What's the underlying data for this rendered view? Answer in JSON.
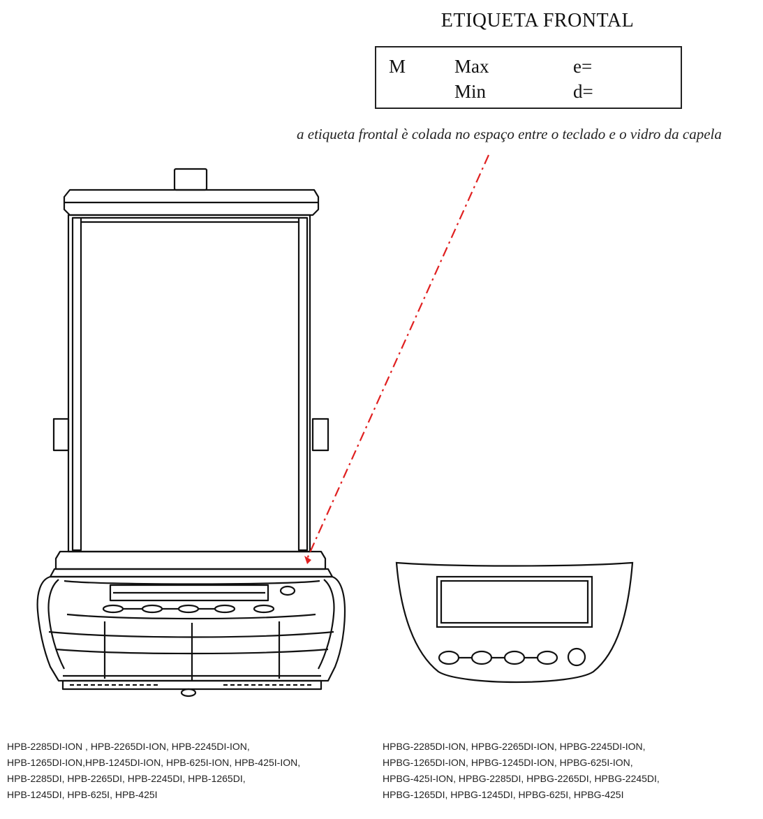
{
  "title": "ETIQUETA FRONTAL",
  "label": {
    "m": "M",
    "max": "Max",
    "min": "Min",
    "e": "e=",
    "d": "d="
  },
  "note": "a etiqueta frontal è colada no espaço entre o teclado e o vidro da capela",
  "models_left": [
    "HPB-2285DI-ION , HPB-2265DI-ION, HPB-2245DI-ION,",
    "HPB-1265DI-ION,HPB-1245DI-ION, HPB-625I-ION, HPB-425I-ION,",
    "HPB-2285DI, HPB-2265DI, HPB-2245DI, HPB-1265DI,",
    "HPB-1245DI, HPB-625I, HPB-425I"
  ],
  "models_right": [
    "HPBG-2285DI-ION, HPBG-2265DI-ION, HPBG-2245DI-ION,",
    "HPBG-1265DI-ION, HPBG-1245DI-ION, HPBG-625I-ION,",
    "HPBG-425I-ION, HPBG-2285DI, HPBG-2265DI, HPBG-2245DI,",
    "HPBG-1265DI, HPBG-1245DI, HPBG-625I, HPBG-425I"
  ],
  "colors": {
    "pointer": "#e02020",
    "ink": "#111111"
  }
}
